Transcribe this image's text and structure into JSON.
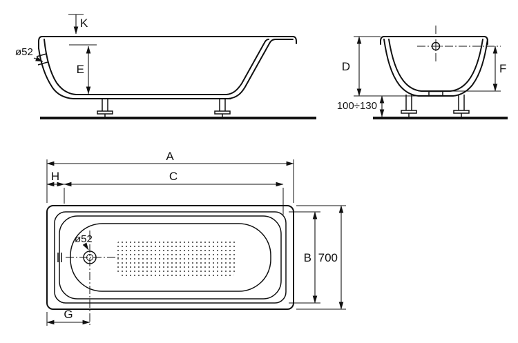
{
  "drawing": {
    "side_view": {
      "dim_k": "K",
      "dim_e": "E",
      "overflow_diameter": "ø52"
    },
    "end_view": {
      "dim_d": "D",
      "dim_f": "F",
      "leg_height_range": "100÷130"
    },
    "top_view": {
      "dim_a": "A",
      "dim_h": "H",
      "dim_c": "C",
      "dim_b": "B",
      "overall_width": "700",
      "dim_g": "G",
      "drain_diameter": "ø52"
    }
  },
  "colors": {
    "line": "#111111",
    "background": "#ffffff"
  }
}
